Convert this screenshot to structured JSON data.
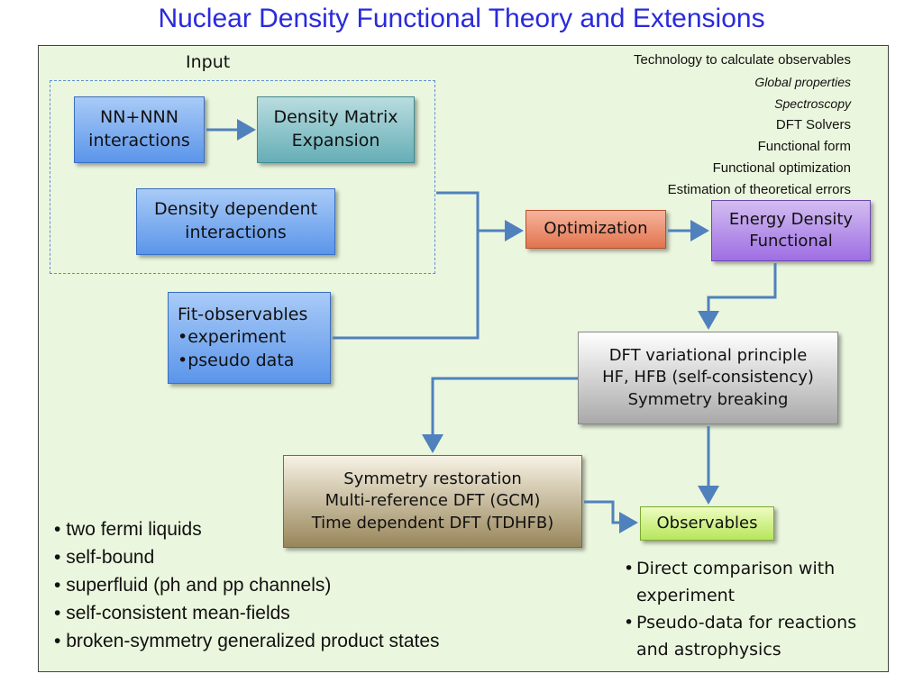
{
  "title": "Nuclear Density Functional Theory and Extensions",
  "input_label": "Input",
  "boxes": {
    "nn_nnn": [
      "NN+NNN",
      "interactions"
    ],
    "density_matrix": [
      "Density Matrix",
      "Expansion"
    ],
    "density_dependent": [
      "Density dependent",
      "interactions"
    ],
    "fit_observables": [
      "Fit-observables",
      "•experiment",
      "•pseudo data"
    ],
    "optimization": "Optimization",
    "edf": [
      "Energy Density",
      "Functional"
    ],
    "dft_variational": [
      "DFT variational principle",
      "HF, HFB (self-consistency)",
      "Symmetry breaking"
    ],
    "symmetry_restoration": [
      "Symmetry restoration",
      "Multi-reference DFT (GCM)",
      "Time dependent DFT (TDHFB)"
    ],
    "observables": "Observables"
  },
  "technology": {
    "heading": "Technology to calculate observables",
    "items": [
      {
        "text": "Global properties",
        "italic": true
      },
      {
        "text": "Spectroscopy",
        "italic": true
      },
      {
        "text": "DFT Solvers",
        "italic": false
      },
      {
        "text": "Functional form",
        "italic": false
      },
      {
        "text": "Functional optimization",
        "italic": false
      },
      {
        "text": "Estimation of theoretical errors",
        "italic": false
      }
    ]
  },
  "features": [
    "two fermi liquids",
    "self-bound",
    "superfluid (ph and pp channels)",
    "self-consistent mean-fields",
    "broken-symmetry generalized product states"
  ],
  "observable_uses": [
    "Direct comparison with experiment",
    "Pseudo-data for reactions and astrophysics"
  ],
  "colors": {
    "title": "#2a2adb",
    "panel_background": "#ebf6de",
    "arrow": "#4f81bd"
  }
}
